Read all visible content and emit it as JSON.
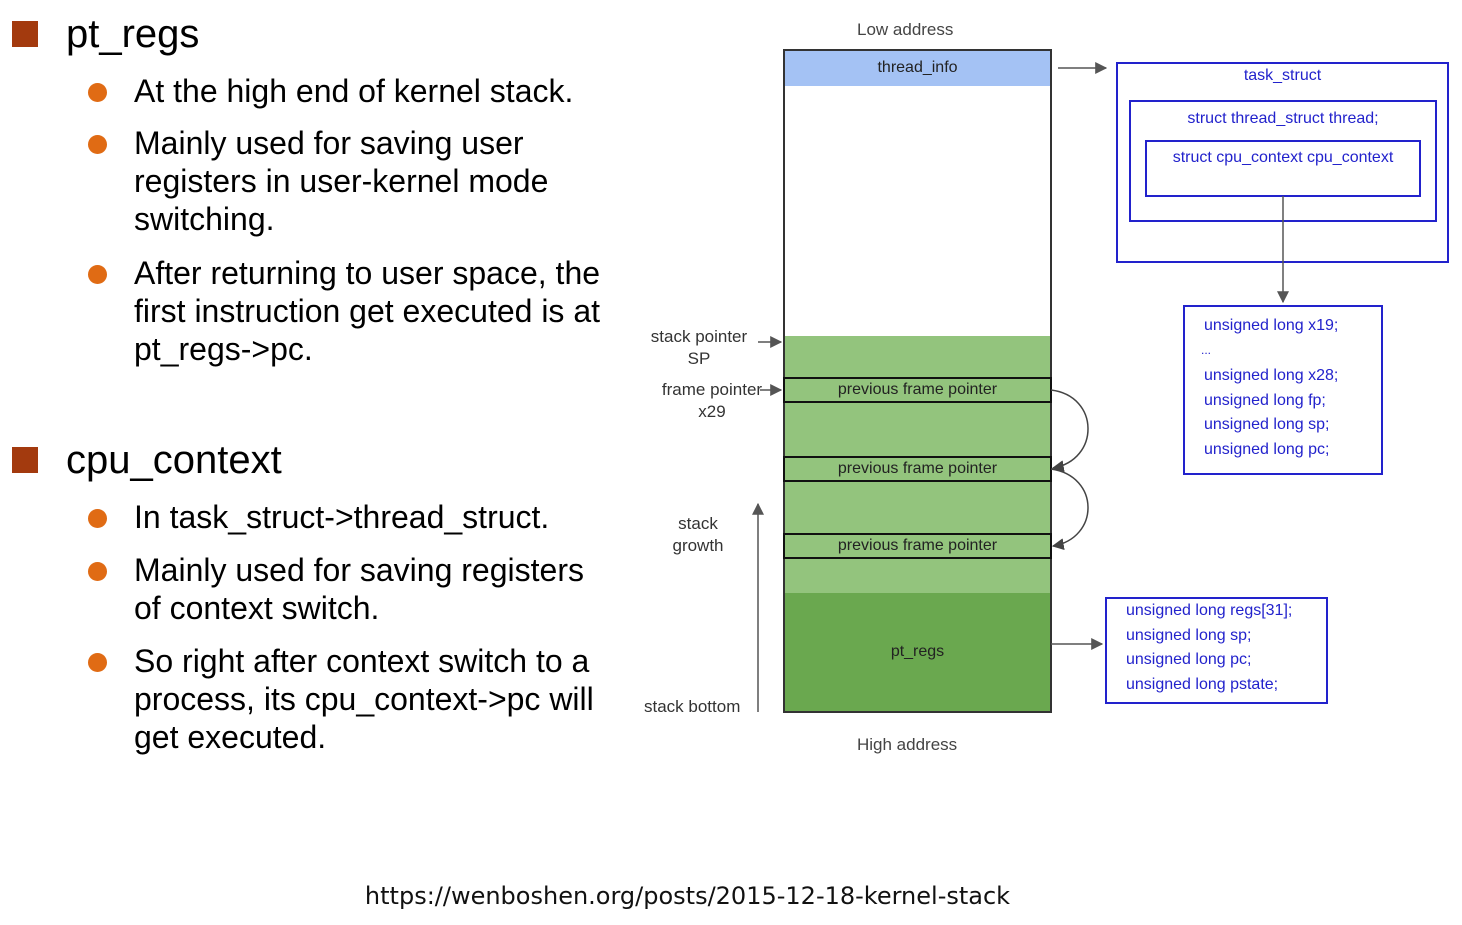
{
  "left": {
    "sections": [
      {
        "title": "pt_regs",
        "bullets": [
          "At the high end of kernel stack.",
          "Mainly used for saving user\nregisters in user-kernel mode\nswitching.",
          "After returning to user space, the\nfirst instruction get executed is at\npt_regs->pc."
        ]
      },
      {
        "title": "cpu_context",
        "bullets": [
          "In task_struct->thread_struct.",
          "Mainly used for saving registers\nof context switch.",
          "So right after context switch to a\nprocess, its cpu_context->pc will\nget executed."
        ]
      }
    ]
  },
  "diagram": {
    "low_address": "Low address",
    "high_address": "High address",
    "thread_info": "thread_info",
    "frame_labels": [
      "previous frame pointer",
      "previous frame pointer",
      "previous frame pointer"
    ],
    "pt_regs": "pt_regs",
    "stack_pointer": "stack pointer\nSP",
    "frame_pointer": "frame pointer\nx29",
    "stack_growth": "stack\ngrowth",
    "stack_bottom": "stack bottom",
    "task_struct": "task_struct",
    "thread_struct": "struct thread_struct thread;",
    "cpu_context": "struct cpu_context cpu_context",
    "cpu_context_regs": [
      "unsigned long x19;",
      "...",
      "unsigned long x28;",
      "unsigned long fp;",
      "unsigned long sp;",
      "unsigned long pc;"
    ],
    "pt_regs_fields": [
      "unsigned long regs[31];",
      "unsigned long sp;",
      "unsigned long pc;",
      "unsigned long pstate;"
    ],
    "colors": {
      "thread_info_fill": "#a4c2f4",
      "frames_fill": "#93c47d",
      "pt_regs_fill": "#6aa84f",
      "blue_outline": "#2222cc",
      "section_square": "#a33a0e",
      "bullet_dot": "#e06b14"
    }
  },
  "footer": {
    "url": "https://wenboshen.org/posts/2015-12-18-kernel-stack"
  }
}
